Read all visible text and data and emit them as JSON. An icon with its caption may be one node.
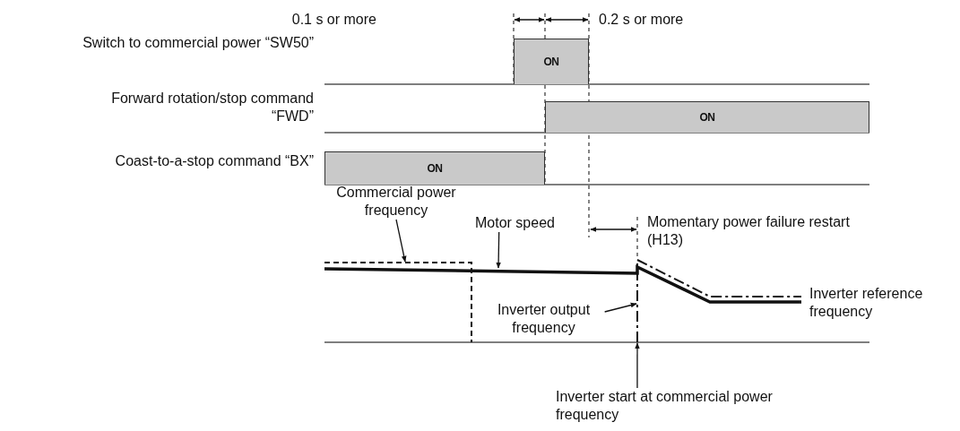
{
  "diagram": {
    "nodes": [
      {
        "text": [
          "ON"
        ]
      },
      {
        "text": [
          "ON"
        ]
      },
      {
        "text": [
          "ON"
        ]
      },
      {
        "text": [
          "Commercial power frequency"
        ]
      },
      {
        "text": [
          "Motor speed"
        ]
      },
      {
        "text": [
          "Inverter output frequency"
        ]
      },
      {
        "text": [
          "Inverter start at commercial power frequency"
        ]
      },
      {
        "text": [],
        "shape": "line"
      },
      {
        "text": [],
        "shape": "line"
      },
      {
        "text": [],
        "shape": "line"
      }
    ],
    "edges": [
      {
        "from": 3,
        "to": 7,
        "arrow": "to"
      },
      {
        "from": 4,
        "to": 8,
        "arrow": "to"
      },
      {
        "from": 5,
        "to": 9,
        "arrow": "to"
      },
      {
        "from": 6,
        "to": 9,
        "arrow": "to"
      }
    ],
    "labels": [
      "0.1 s or more",
      "0.2 s or more",
      "Switch to commercial power “SW50”",
      "Forward rotation/stop command “FWD”",
      "Coast-to-a-stop command “BX”",
      "Momentary power failure restart (H13)",
      "Inverter reference frequency"
    ]
  }
}
